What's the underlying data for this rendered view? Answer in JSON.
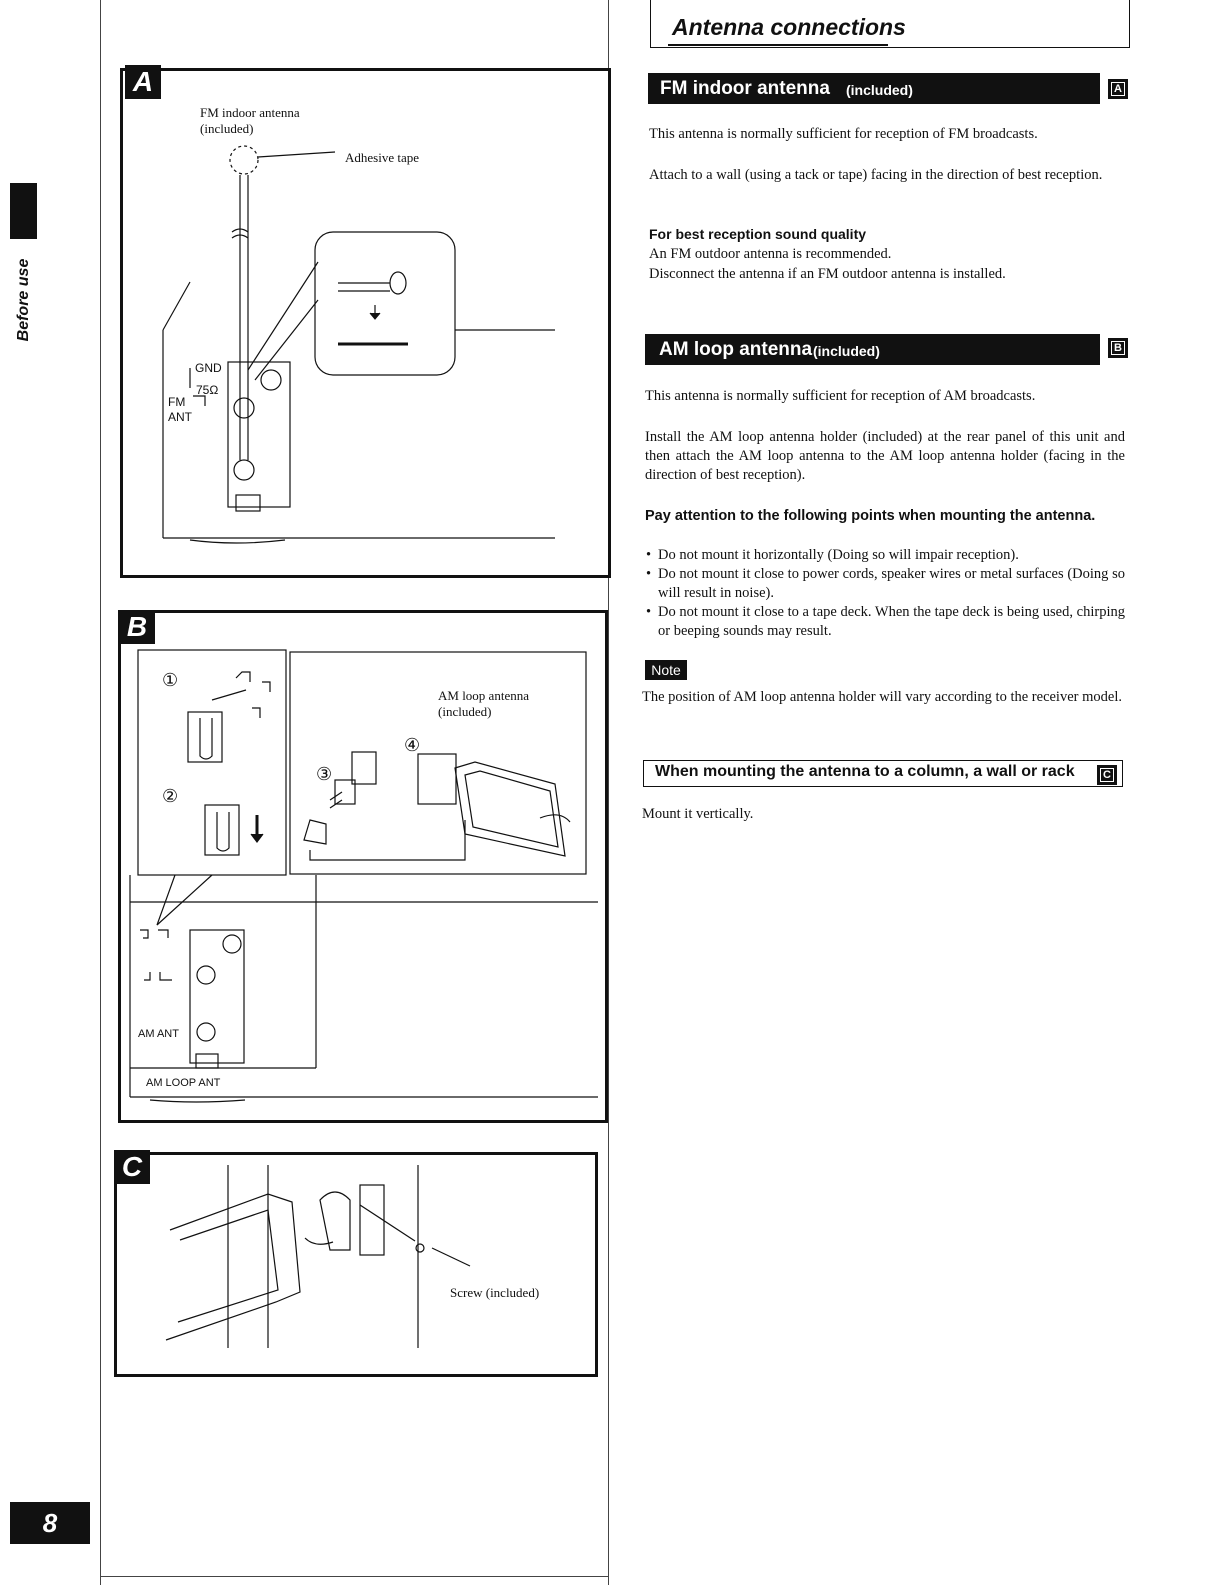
{
  "sidebar": {
    "section_label": "Before use",
    "page_number": "8"
  },
  "figures": {
    "panel_a": {
      "letter": "A",
      "antenna_label": "FM indoor antenna\n(included)",
      "tape_label": "Adhesive tape",
      "terminal_gnd": "GND",
      "terminal_ohm": "75Ω",
      "terminal_fm": "FM",
      "terminal_ant": "ANT"
    },
    "panel_b": {
      "letter": "B",
      "step1": "①",
      "step2": "②",
      "step3": "③",
      "step4": "④",
      "loop_label": "AM loop antenna\n(included)",
      "am_ant": "AM ANT",
      "am_loop_ant": "AM LOOP ANT"
    },
    "panel_c": {
      "letter": "C",
      "screw_label": "Screw (included)"
    }
  },
  "content": {
    "title": "Antenna connections",
    "fm_section": {
      "heading": "FM indoor antenna",
      "heading_sub": "(included)",
      "marker": "A",
      "p1": "This antenna is normally sufficient for reception of FM broadcasts.",
      "p2": "Attach to a wall (using a tack or tape) facing in the direction of best reception.",
      "subhead": "For best reception sound quality",
      "p3": "An FM outdoor antenna is recommended.",
      "p4": "Disconnect the antenna if an FM outdoor antenna is installed."
    },
    "am_section": {
      "heading": "AM loop antenna",
      "heading_sub": "(included)",
      "marker": "B",
      "p1": "This antenna is normally sufficient for reception of AM broadcasts.",
      "p2": "Install the AM loop antenna holder (included) at the rear panel of this unit and then attach the AM loop antenna to the AM loop antenna holder (facing in the direction of best reception).",
      "subhead": "Pay attention to the following points when mounting the antenna.",
      "bullets": [
        "Do not mount it horizontally (Doing so will impair reception).",
        "Do not mount it close to power cords, speaker wires or metal surfaces (Doing so will result in noise).",
        "Do not mount it close to a tape deck. When the tape deck is being used, chirping or beeping sounds may result."
      ],
      "note_label": "Note",
      "note_text": "The position of AM loop antenna holder will vary according to the receiver model."
    },
    "mount_section": {
      "heading": "When mounting the antenna to a column, a wall or rack",
      "marker": "C",
      "text": "Mount it vertically."
    }
  }
}
